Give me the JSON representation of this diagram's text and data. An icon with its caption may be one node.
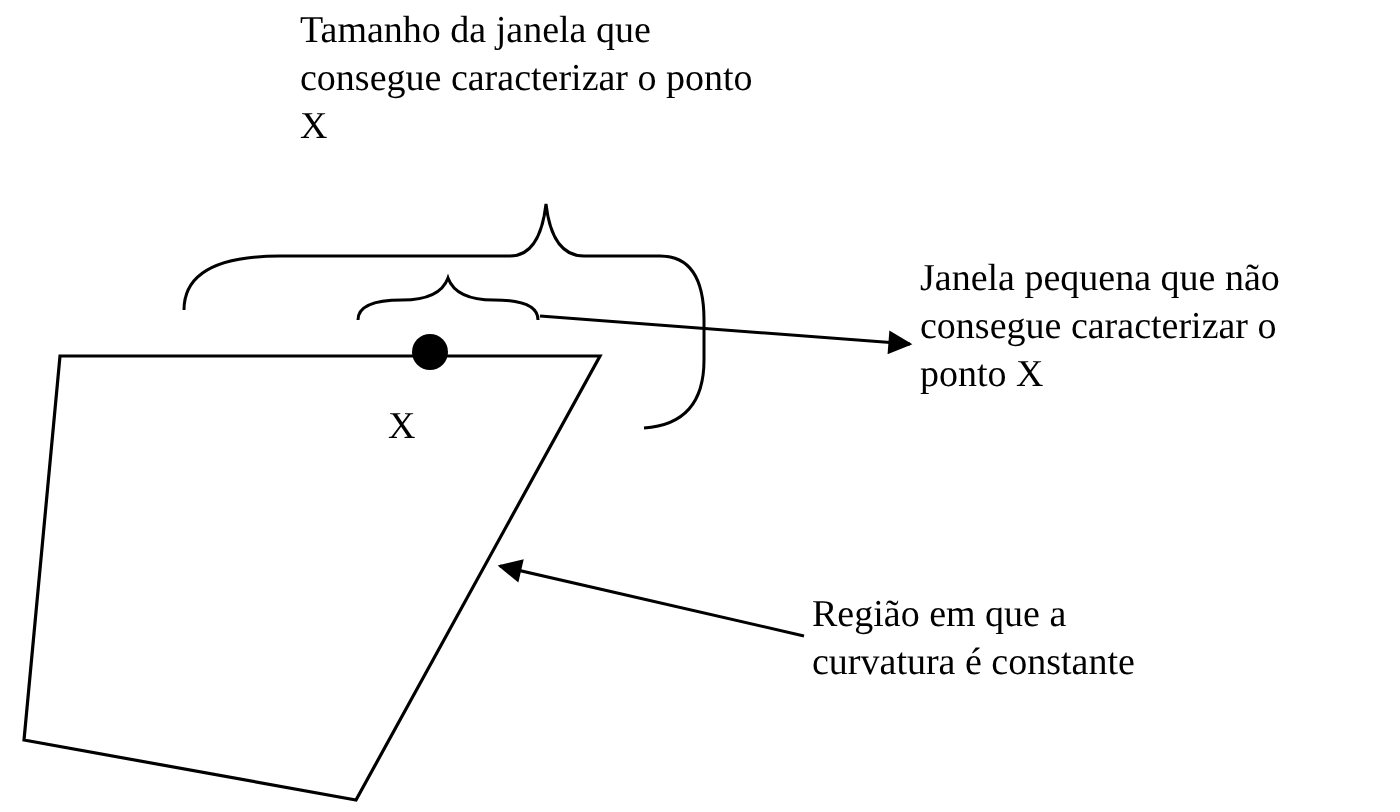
{
  "diagram": {
    "nodes": [
      {
        "text": [],
        "shape": "polygon"
      },
      {
        "text": [
          "Região em que a curvatura é constante"
        ]
      },
      {
        "text": [],
        "shape": "bracket"
      },
      {
        "text": [
          "Janela pequena que não consegue caracterizar o ponto X"
        ]
      }
    ],
    "edges": [
      {
        "from": 1,
        "to": 0,
        "arrow": "to"
      },
      {
        "from": 2,
        "to": 3,
        "arrow": "to"
      }
    ],
    "labels": [
      "Tamanho da janela que consegue caracterizar o ponto X",
      "X"
    ]
  }
}
